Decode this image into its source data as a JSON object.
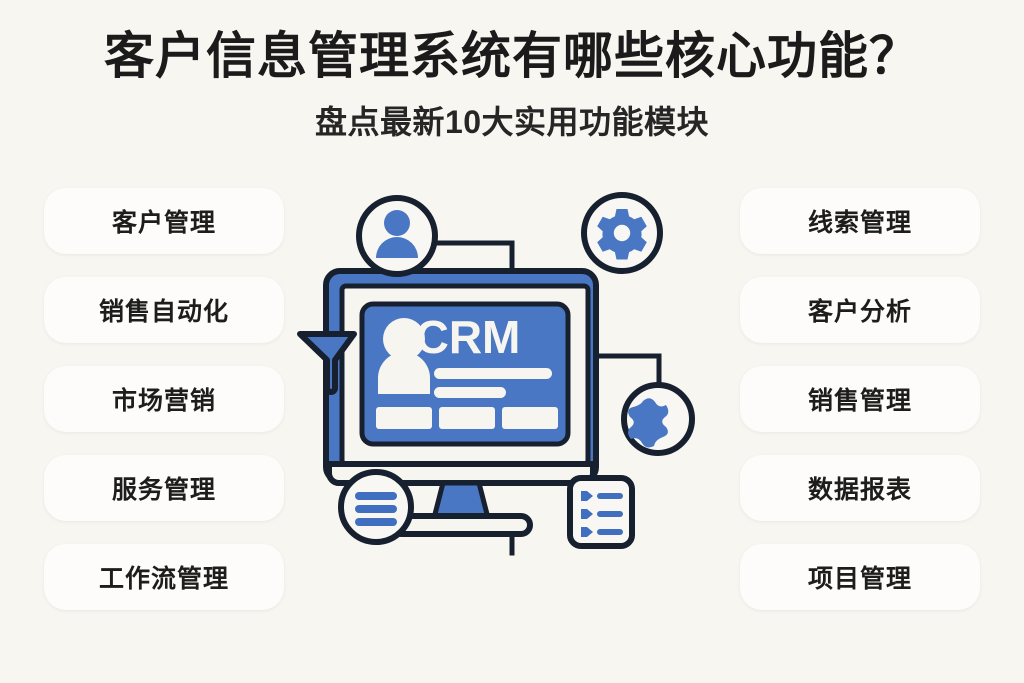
{
  "header": {
    "title": "客户信息管理系统有哪些核心功能？",
    "subtitle": "盘点最新10大实用功能模块"
  },
  "left_column": {
    "items": [
      {
        "label": "客户管理"
      },
      {
        "label": "销售自动化"
      },
      {
        "label": "市场营销"
      },
      {
        "label": "服务管理"
      },
      {
        "label": "工作流管理"
      }
    ]
  },
  "right_column": {
    "items": [
      {
        "label": "线索管理"
      },
      {
        "label": "客户分析"
      },
      {
        "label": "销售管理"
      },
      {
        "label": "数据报表"
      },
      {
        "label": "项目管理"
      }
    ]
  },
  "illustration": {
    "screen_label": "CRM",
    "icons": [
      {
        "name": "user-icon",
        "shape": "circle",
        "position": "top-left"
      },
      {
        "name": "gear-icon",
        "shape": "circle",
        "position": "top-right"
      },
      {
        "name": "funnel-icon",
        "shape": "plain",
        "position": "mid-left"
      },
      {
        "name": "puzzle-icon",
        "shape": "circle",
        "position": "mid-right"
      },
      {
        "name": "menu-list-icon",
        "shape": "circle",
        "position": "bottom-left"
      },
      {
        "name": "checklist-icon",
        "shape": "rounded-square",
        "position": "bottom-right"
      }
    ]
  },
  "colors": {
    "background": "#f8f6f1",
    "pill_background": "#fdfcfa",
    "accent_blue": "#4a77c4",
    "outline_dark": "#17202e",
    "text_dark": "#1b1b1b",
    "screen_white": "#f7f5f0"
  }
}
